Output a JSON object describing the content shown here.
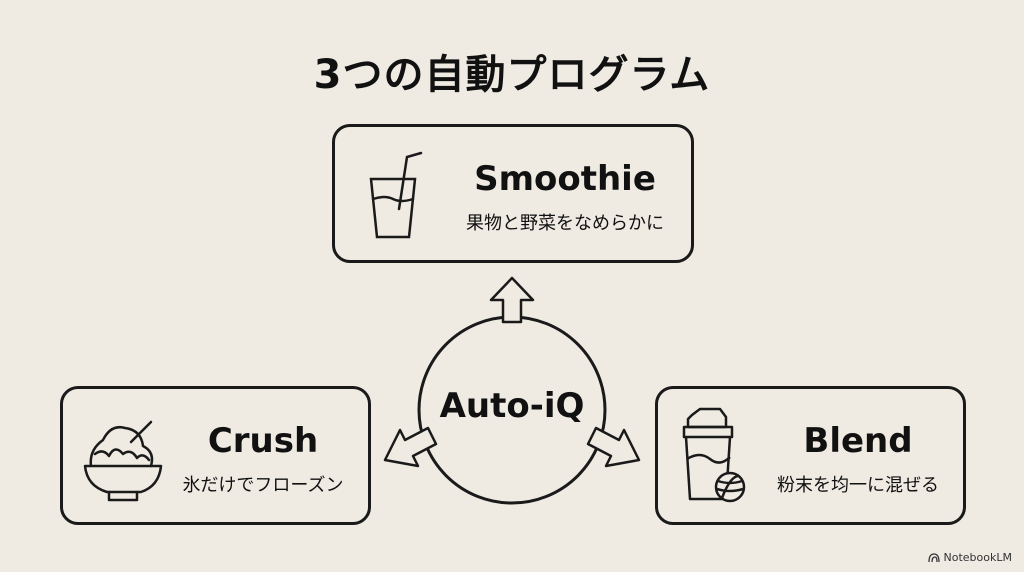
{
  "title": "3つの自動プログラム",
  "center": {
    "label": "Auto-iQ"
  },
  "programs": [
    {
      "name": "Smoothie",
      "desc": "果物と野菜をなめらかに",
      "icon": "glass-with-straw-icon"
    },
    {
      "name": "Crush",
      "desc": "氷だけでフローズン",
      "icon": "shaved-ice-bowl-icon"
    },
    {
      "name": "Blend",
      "desc": "粉末を均一に混ぜる",
      "icon": "shaker-bottle-icon"
    }
  ],
  "branding": {
    "label": "NotebookLM"
  }
}
